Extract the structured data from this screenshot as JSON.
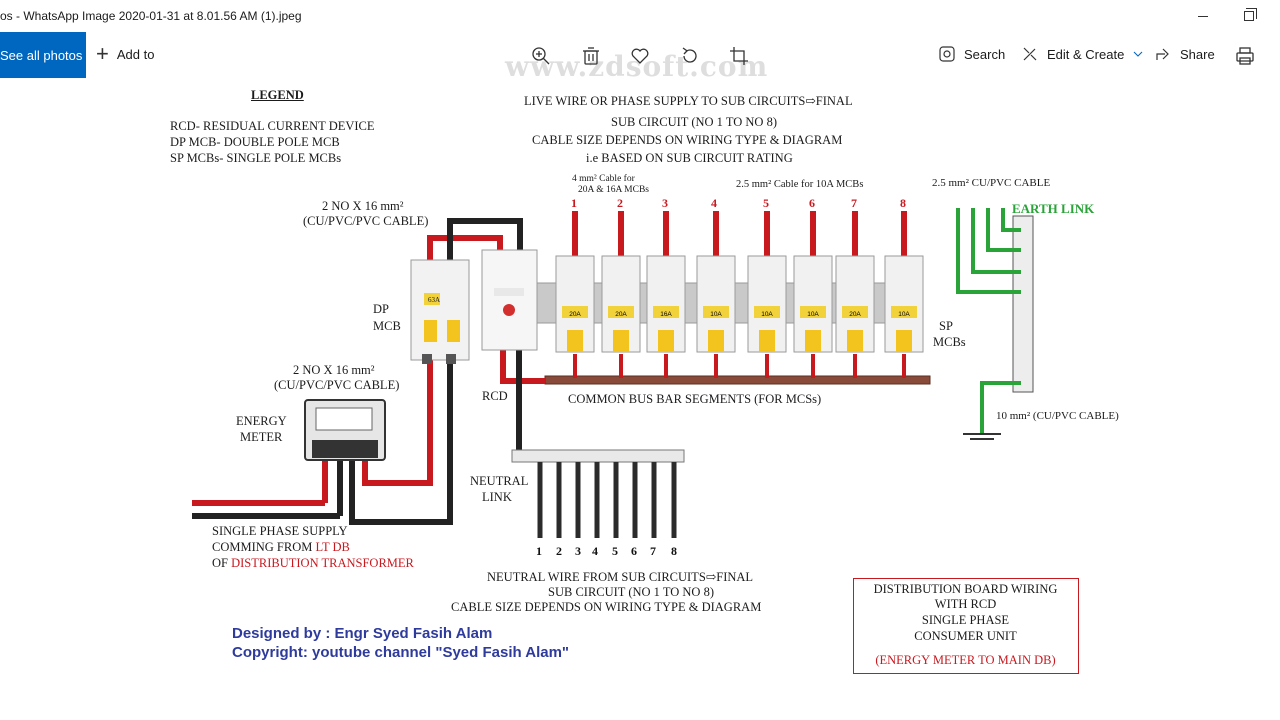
{
  "window": {
    "title": "os - WhatsApp Image 2020-01-31 at 8.01.56 AM (1).jpeg"
  },
  "toolbar": {
    "see_all": "See all photos",
    "add_to": "Add to",
    "search": "Search",
    "edit_create": "Edit & Create",
    "share": "Share",
    "watermark": "www.zdsoft.com"
  },
  "icons": [
    "zoom-in-icon",
    "delete-icon",
    "heart-icon",
    "rotate-icon",
    "crop-icon",
    "search-icon",
    "edit-icon",
    "chevron-down-icon",
    "share-icon",
    "print-icon"
  ],
  "colors": {
    "accent": "#0067c0",
    "phase_red": "#c8191f",
    "earth_green": "#2aa339",
    "neutral_black": "#2b2b2b",
    "credit_blue": "#2e3b9c"
  },
  "diagram": {
    "legend": {
      "title": "LEGEND",
      "items": [
        "RCD- RESIDUAL CURRENT DEVICE",
        "DP MCB- DOUBLE POLE MCB",
        "SP MCBs- SINGLE POLE MCBs"
      ]
    },
    "top_note": [
      "LIVE WIRE OR PHASE SUPPLY TO SUB CIRCUITS⇨FINAL",
      "SUB CIRCUIT (NO 1 TO NO 8)",
      "CABLE SIZE DEPENDS ON WIRING TYPE &  DIAGRAM",
      "i.e BASED ON SUB CIRCUIT RATING"
    ],
    "cable_4mm": [
      "4 mm² Cable for",
      "20A & 16A MCBs"
    ],
    "cable_25mm": "2.5 mm² Cable for 10A MCBs",
    "cable_25_cu": "2.5 mm² CU/PVC CABLE",
    "earth_link": "EARTH LINK",
    "cable_16_top": [
      "2 NO X 16 mm²",
      "(CU/PVC/PVC CABLE)"
    ],
    "cable_16_mid": [
      "2 NO X 16 mm²",
      "(CU/PVC/PVC CABLE)"
    ],
    "dp_mcb": [
      "DP",
      "MCB"
    ],
    "rcd": "RCD",
    "sp_mcbs": [
      "SP",
      "MCBs"
    ],
    "bus_bar": "COMMON BUS BAR SEGMENTS (FOR MCSs)",
    "cable_10": "10 mm² (CU/PVC CABLE)",
    "energy_meter": [
      "ENERGY",
      "METER"
    ],
    "neutral_link": [
      "NEUTRAL",
      "LINK"
    ],
    "supply": [
      "SINGLE PHASE SUPPLY",
      "COMMING FROM ",
      "LT DB",
      "OF ",
      "DISTRIBUTION TRANSFORMER"
    ],
    "neutral_note": [
      "NEUTRAL WIRE  FROM  SUB CIRCUITS⇨FINAL",
      "SUB CIRCUIT (NO 1 TO NO 8)",
      "CABLE SIZE DEPENDS ON WIRING TYPE &  DIAGRAM"
    ],
    "circuits": [
      "1",
      "2",
      "3",
      "4",
      "5",
      "6",
      "7",
      "8"
    ],
    "mcb_ratings": [
      "20A",
      "20A",
      "16A",
      "10A",
      "10A",
      "10A",
      "20A",
      "10A"
    ],
    "dp_rating": "63A",
    "credit": [
      "Designed by : Engr Syed Fasih Alam",
      "Copyright: youtube channel \"Syed Fasih Alam\""
    ],
    "info_box": [
      "DISTRIBUTION BOARD WIRING",
      "WITH RCD",
      "SINGLE PHASE",
      "CONSUMER UNIT",
      "(ENERGY METER TO MAIN DB)"
    ]
  }
}
